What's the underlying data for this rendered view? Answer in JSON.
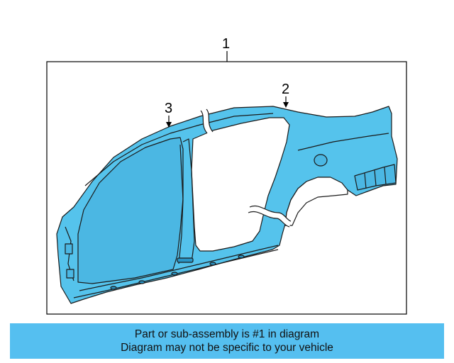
{
  "diagram": {
    "callouts": {
      "main": "1",
      "rear_quarter": "2",
      "roof_rail": "3"
    },
    "colors": {
      "part_fill": "#55c3ec",
      "line": "#1a1a1a",
      "frame": "#000000"
    }
  },
  "banner": {
    "line1": "Part or sub-assembly is #1 in diagram",
    "line2": "Diagram may not be specific to your vehicle",
    "background": "#55bff0"
  }
}
